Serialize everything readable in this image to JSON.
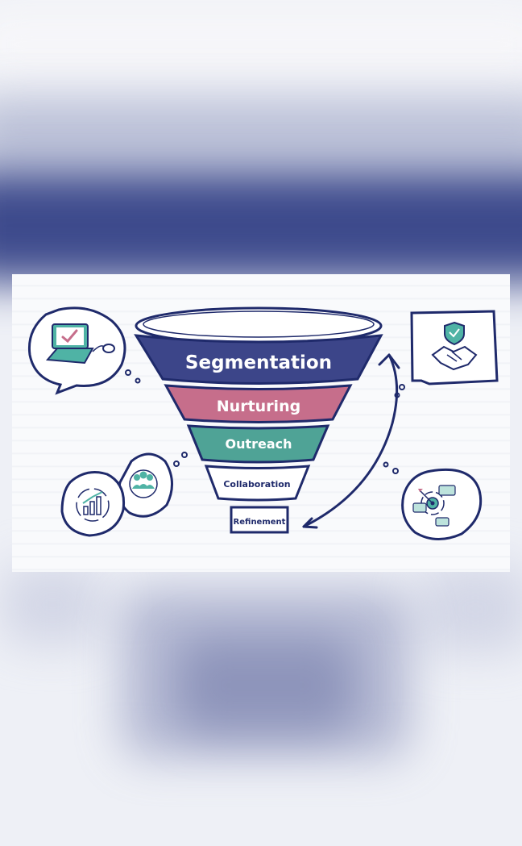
{
  "funnel": {
    "stages": [
      {
        "label": "Segmentation",
        "color": "#3c4589"
      },
      {
        "label": "Nurturing",
        "color": "#c66e8b"
      },
      {
        "label": "Outreach",
        "color": "#4fa396"
      },
      {
        "label": "Collaboration",
        "color": "#ffffff"
      },
      {
        "label": "Refinement",
        "color": "#ffffff"
      }
    ]
  },
  "palette": {
    "navy": "#1f2a6b",
    "teal": "#4fb3a5",
    "panel": "#f9fafc"
  },
  "icons": [
    "laptop-checkmark-icon",
    "growth-chart-icon",
    "team-group-icon",
    "handshake-shield-icon",
    "target-chat-icon"
  ]
}
